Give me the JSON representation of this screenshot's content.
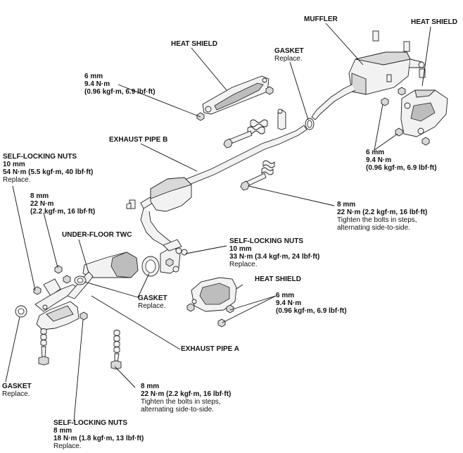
{
  "labels": {
    "muffler": "MUFFLER",
    "heat_shield_top_right": "HEAT SHIELD",
    "heat_shield_top": "HEAT SHIELD",
    "gasket_top": {
      "title": "GASKET",
      "note": "Replace."
    },
    "bolt_top_left": {
      "size": "6 mm",
      "torque": "9.4 N·m",
      "alt": "(0.96 kgf·m, 6.9 lbf·ft)"
    },
    "exhaust_pipe_b": "EXHAUST PIPE B",
    "self_locking_nuts_left": {
      "title": "SELF-LOCKING NUTS",
      "size": "10 mm",
      "torque": "54 N·m (5.5 kgf·m, 40 lbf·ft)",
      "note": "Replace."
    },
    "bolt_left_8mm": {
      "size": "8 mm",
      "torque": "22 N·m",
      "alt": "(2.2 kgf·m, 16 lbf·ft)"
    },
    "bolt_right_6mm": {
      "size": "6 mm",
      "torque": "9.4 N·m",
      "alt": "(0.96 kgf·m, 6.9 lbf·ft)"
    },
    "bolt_right_8mm": {
      "size": "8 mm",
      "torque": "22 N·m (2.2 kgf·m, 16 lbf·ft)",
      "note1": "Tighten the bolts in steps,",
      "note2": "alternating side-to-side."
    },
    "under_floor_twc": "UNDER-FLOOR TWC",
    "self_locking_nuts_mid": {
      "title": "SELF-LOCKING NUTS",
      "size": "10 mm",
      "torque": "33 N·m (3.4 kgf·m, 24 lbf·ft)",
      "note": "Replace."
    },
    "heat_shield_mid": "HEAT SHIELD",
    "bolt_mid_6mm": {
      "size": "6 mm",
      "torque": "9.4 N·m",
      "alt": "(0.96 kgf·m, 6.9 lbf·ft)"
    },
    "gasket_mid": {
      "title": "GASKET",
      "note": "Replace."
    },
    "exhaust_pipe_a": "EXHAUST PIPE A",
    "bolt_bottom_8mm": {
      "size": "8 mm",
      "torque": "22 N·m (2.2 kgf·m, 16 lbf·ft)",
      "note1": "Tighten the bolts in steps,",
      "note2": "alternating side-to-side."
    },
    "gasket_bottom": {
      "title": "GASKET",
      "note": "Replace."
    },
    "self_locking_nuts_bottom": {
      "title": "SELF-LOCKING NUTS",
      "size": "8 mm",
      "torque": "18 N·m (1.8 kgf·m, 13 lbf·ft)",
      "note": "Replace."
    }
  }
}
